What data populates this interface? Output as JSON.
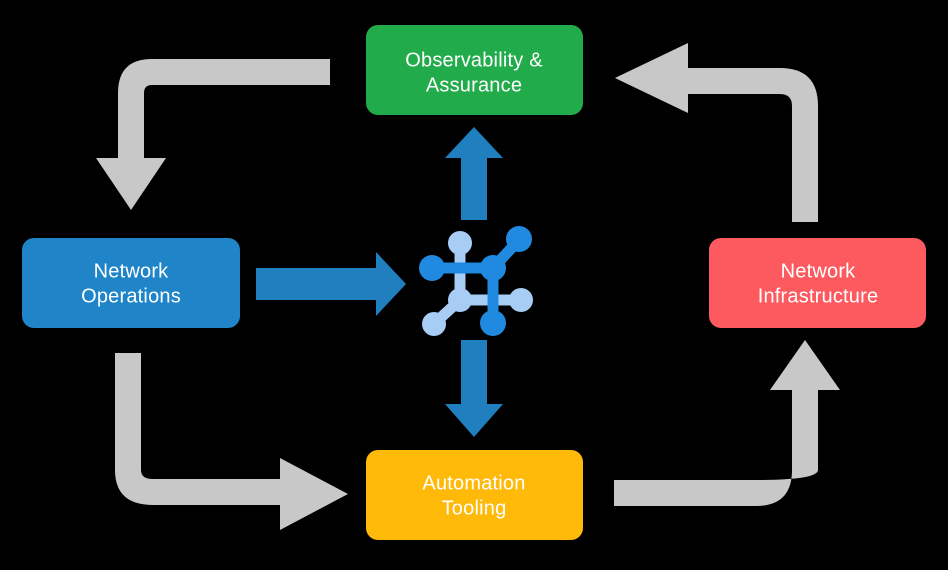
{
  "diagram": {
    "type": "cycle-diagram",
    "background_color": "#000000",
    "center": {
      "icon_name": "network-topology-icon",
      "colors": {
        "primary": "#1f8ae0",
        "secondary": "#a8cdf5"
      }
    },
    "nodes": [
      {
        "id": "observability-assurance",
        "label_line1": "Observability &",
        "label_line2": "Assurance",
        "color": "#22ab4b",
        "text_color": "#ffffff",
        "position": "top"
      },
      {
        "id": "network-operations",
        "label_line1": "Network",
        "label_line2": "Operations",
        "color": "#1f85c8",
        "text_color": "#ffffff",
        "position": "left"
      },
      {
        "id": "network-infrastructure",
        "label_line1": "Network",
        "label_line2": "Infrastructure",
        "color": "#fd5a5f",
        "text_color": "#ffffff",
        "position": "right"
      },
      {
        "id": "automation-tooling",
        "label_line1": "Automation",
        "label_line2": "Tooling",
        "color": "#ffb908",
        "text_color": "#ffffff",
        "position": "bottom"
      }
    ],
    "connectors": {
      "blue_color": "#1f7fbf",
      "gray_color": "#c8c8c8",
      "blue_arrows": [
        {
          "id": "ops-to-center",
          "from": "network-operations",
          "to": "center",
          "direction": "right"
        },
        {
          "id": "center-to-observability",
          "from": "center",
          "to": "observability-assurance",
          "direction": "up"
        },
        {
          "id": "center-to-automation",
          "from": "center",
          "to": "automation-tooling",
          "direction": "down"
        }
      ],
      "gray_arrows": [
        {
          "id": "observability-to-operations",
          "from": "observability-assurance",
          "to": "network-operations",
          "direction": "down"
        },
        {
          "id": "operations-to-automation",
          "from": "network-operations",
          "to": "automation-tooling",
          "direction": "right"
        },
        {
          "id": "automation-to-infrastructure",
          "from": "automation-tooling",
          "to": "network-infrastructure",
          "direction": "up"
        },
        {
          "id": "infrastructure-to-observability",
          "from": "network-infrastructure",
          "to": "observability-assurance",
          "direction": "left"
        }
      ]
    }
  }
}
